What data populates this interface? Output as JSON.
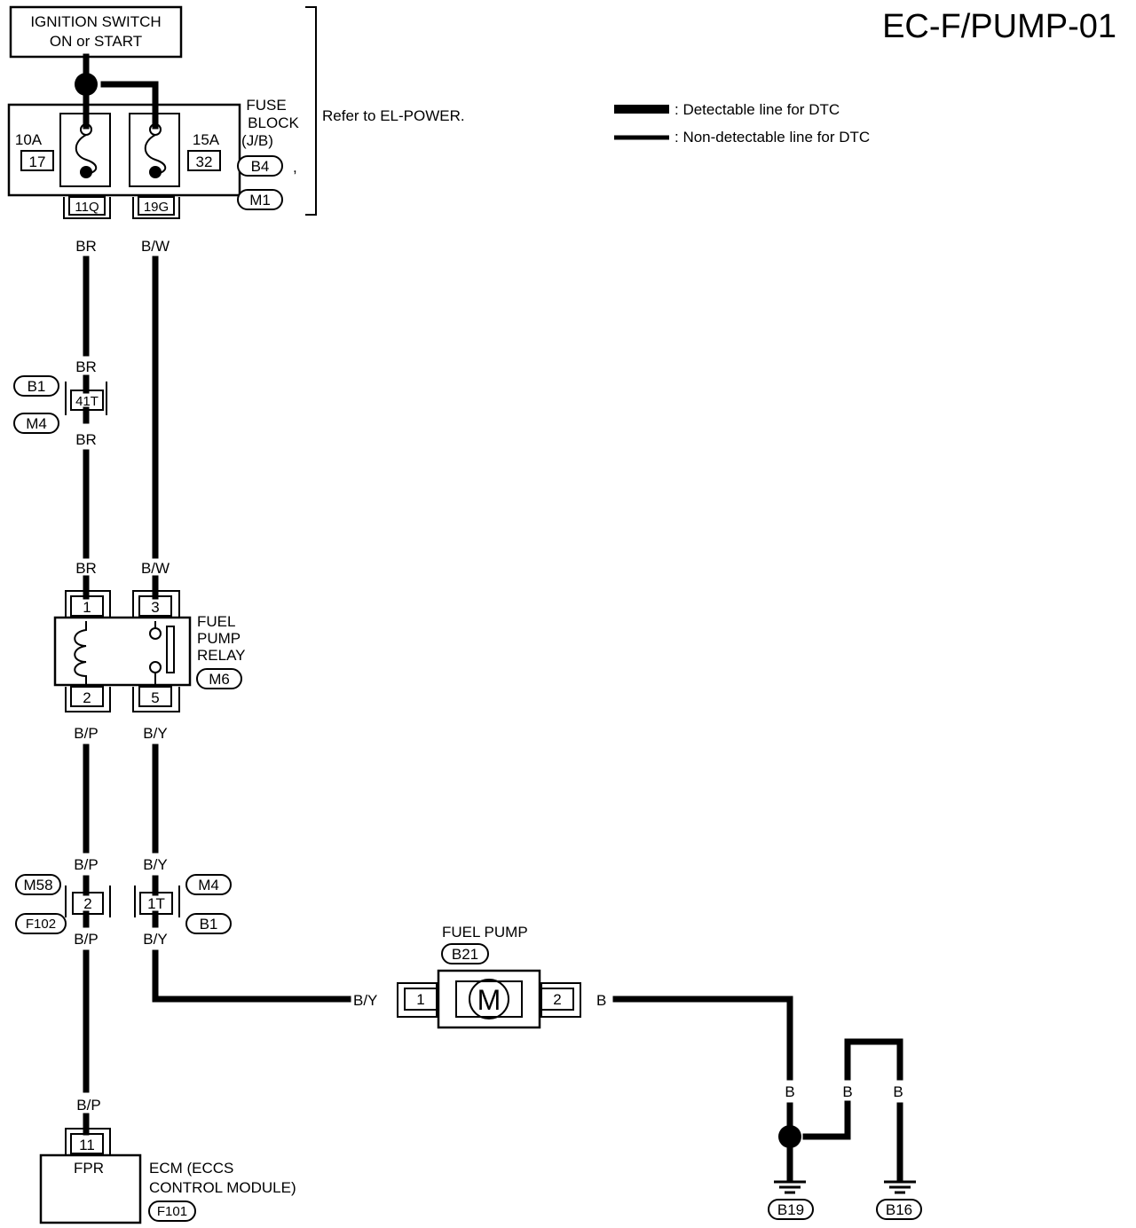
{
  "title": "EC-F/PUMP-01",
  "ignition_switch": {
    "line1": "IGNITION SWITCH",
    "line2": "ON or START"
  },
  "fuse_block": {
    "label_line1": "FUSE",
    "label_line2": "BLOCK",
    "label_line3": "(J/B)",
    "fuse_left_amp": "10A",
    "fuse_left_no": "17",
    "fuse_right_amp": "15A",
    "fuse_right_no": "32",
    "conn_b4": "B4",
    "comma": ",",
    "conn_m1": "M1",
    "term_left": "11Q",
    "term_right": "19G",
    "refer": "Refer to EL-POWER."
  },
  "legend": {
    "detectable": ": Detectable line for DTC",
    "non_detectable": ": Non-detectable line for DTC"
  },
  "wires": {
    "br": "BR",
    "bw": "B/W",
    "bp": "B/P",
    "by": "B/Y",
    "b": "B"
  },
  "joint_41t": {
    "term": "41T",
    "conn_top": "B1",
    "conn_bot": "M4"
  },
  "relay": {
    "line1": "FUEL",
    "line2": "PUMP",
    "line3": "RELAY",
    "conn": "M6",
    "t1": "1",
    "t2": "2",
    "t3": "3",
    "t5": "5"
  },
  "joint_2": {
    "term": "2",
    "conn_top": "M58",
    "conn_bot": "F102"
  },
  "joint_1t": {
    "term": "1T",
    "conn_top": "M4",
    "conn_bot": "B1"
  },
  "fuel_pump": {
    "label": "FUEL PUMP",
    "conn": "B21",
    "motor": "M",
    "t1": "1",
    "t2": "2"
  },
  "ecm": {
    "term": "11",
    "pin": "FPR",
    "line1": "ECM (ECCS",
    "line2": "CONTROL MODULE)",
    "conn": "F101"
  },
  "grounds": {
    "g1": "B19",
    "g2": "B16"
  }
}
